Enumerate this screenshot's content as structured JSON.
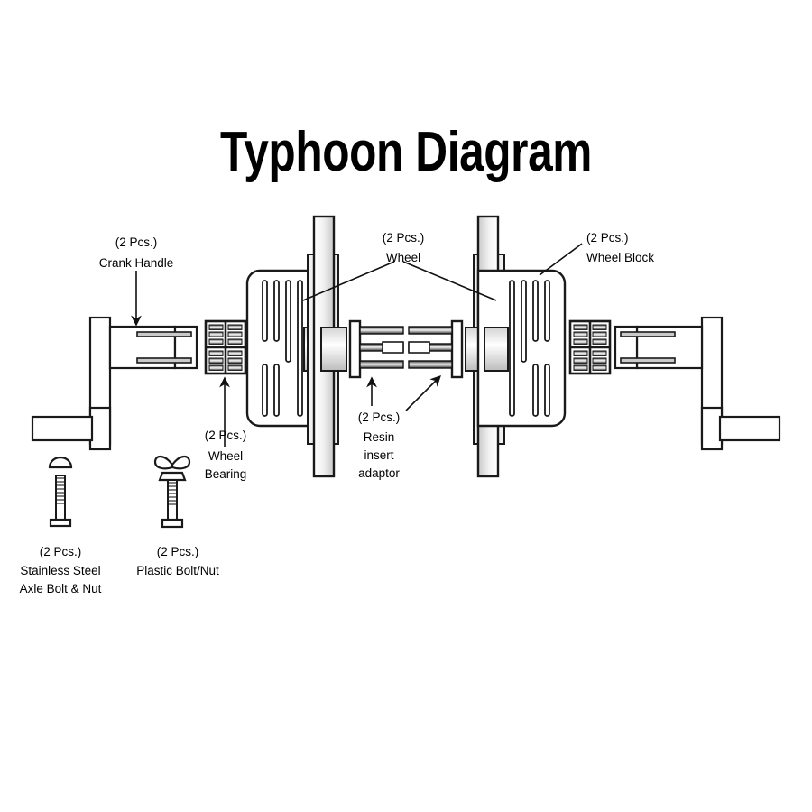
{
  "document": {
    "title": "Typhoon Diagram",
    "type": "exploded-assembly-diagram"
  },
  "colors": {
    "line": "#1a1a1a",
    "background": "#ffffff",
    "metal_light": "#ffffff",
    "metal_mid": "#d8d8d8",
    "metal_dark": "#9a9a9a",
    "text": "#000000"
  },
  "parts": [
    {
      "id": "crank-handle",
      "qty": "(2 Pcs.)",
      "name": "Crank Handle",
      "lines": [
        "(2 Pcs.)",
        "Crank Handle"
      ],
      "leader": "arrow-down"
    },
    {
      "id": "wheel-bearing",
      "qty": "(2 Pcs.)",
      "name": "Wheel Bearing",
      "lines": [
        "(2 Pcs.)",
        "Wheel",
        "Bearing"
      ],
      "leader": "arrow-up"
    },
    {
      "id": "wheel",
      "qty": "(2 Pcs.)",
      "name": "Wheel",
      "lines": [
        "(2 Pcs.)",
        "Wheel"
      ],
      "leader": "two-diagonal-lines"
    },
    {
      "id": "wheel-block",
      "qty": "(2 Pcs.)",
      "name": "Wheel Block",
      "lines": [
        "(2 Pcs.)",
        "Wheel Block"
      ],
      "leader": "diagonal-line"
    },
    {
      "id": "resin-insert-adaptor",
      "qty": "(2 Pcs.)",
      "name": "Resin insert adaptor",
      "lines": [
        "(2 Pcs.)",
        "Resin",
        "insert",
        "adaptor"
      ],
      "leader": "arrow-up-and-arrow-diagonal"
    },
    {
      "id": "stainless-steel-axle-bolt-nut",
      "qty": "(2 Pcs.)",
      "name": "Stainless Steel Axle Bolt & Nut",
      "lines": [
        "(2 Pcs.)",
        "Stainless Steel",
        "Axle Bolt & Nut"
      ],
      "leader": "none"
    },
    {
      "id": "plastic-bolt-nut",
      "qty": "(2 Pcs.)",
      "name": "Plastic Bolt/Nut",
      "lines": [
        "(2 Pcs.)",
        "Plastic Bolt/Nut"
      ],
      "leader": "none"
    }
  ],
  "labels": {
    "crank_handle_l1": "(2 Pcs.)",
    "crank_handle_l2": "Crank Handle",
    "wheel_bearing_l1": "(2 Pcs.)",
    "wheel_bearing_l2": "Wheel",
    "wheel_bearing_l3": "Bearing",
    "wheel_l1": "(2 Pcs.)",
    "wheel_l2": "Wheel",
    "wheel_block_l1": "(2 Pcs.)",
    "wheel_block_l2": "Wheel Block",
    "resin_l1": "(2 Pcs.)",
    "resin_l2": "Resin",
    "resin_l3": "insert",
    "resin_l4": "adaptor",
    "ss_bolt_l1": "(2 Pcs.)",
    "ss_bolt_l2": "Stainless Steel",
    "ss_bolt_l3": "Axle Bolt & Nut",
    "plastic_bolt_l1": "(2 Pcs.)",
    "plastic_bolt_l2": "Plastic Bolt/Nut"
  }
}
